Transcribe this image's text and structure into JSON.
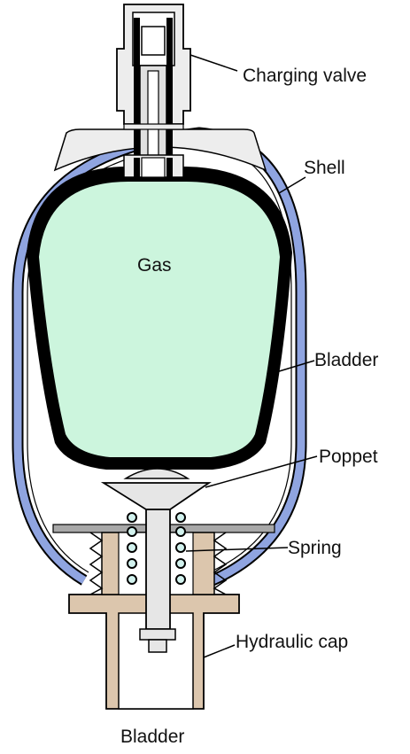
{
  "labels": {
    "charging_valve": "Charging valve",
    "shell": "Shell",
    "gas": "Gas",
    "bladder": "Bladder",
    "poppet": "Poppet",
    "spring": "Spring",
    "hydraulic_cap": "Hydraulic cap",
    "caption": "Bladder"
  },
  "colors": {
    "shell": "#8fa4e0",
    "gas": "#ccf5dd",
    "cap": "#dcc6ad",
    "valve_body": "#ededed",
    "poppet": "#e6e6e6",
    "spring_coil": "#d2f2ee",
    "outline": "#000000"
  }
}
